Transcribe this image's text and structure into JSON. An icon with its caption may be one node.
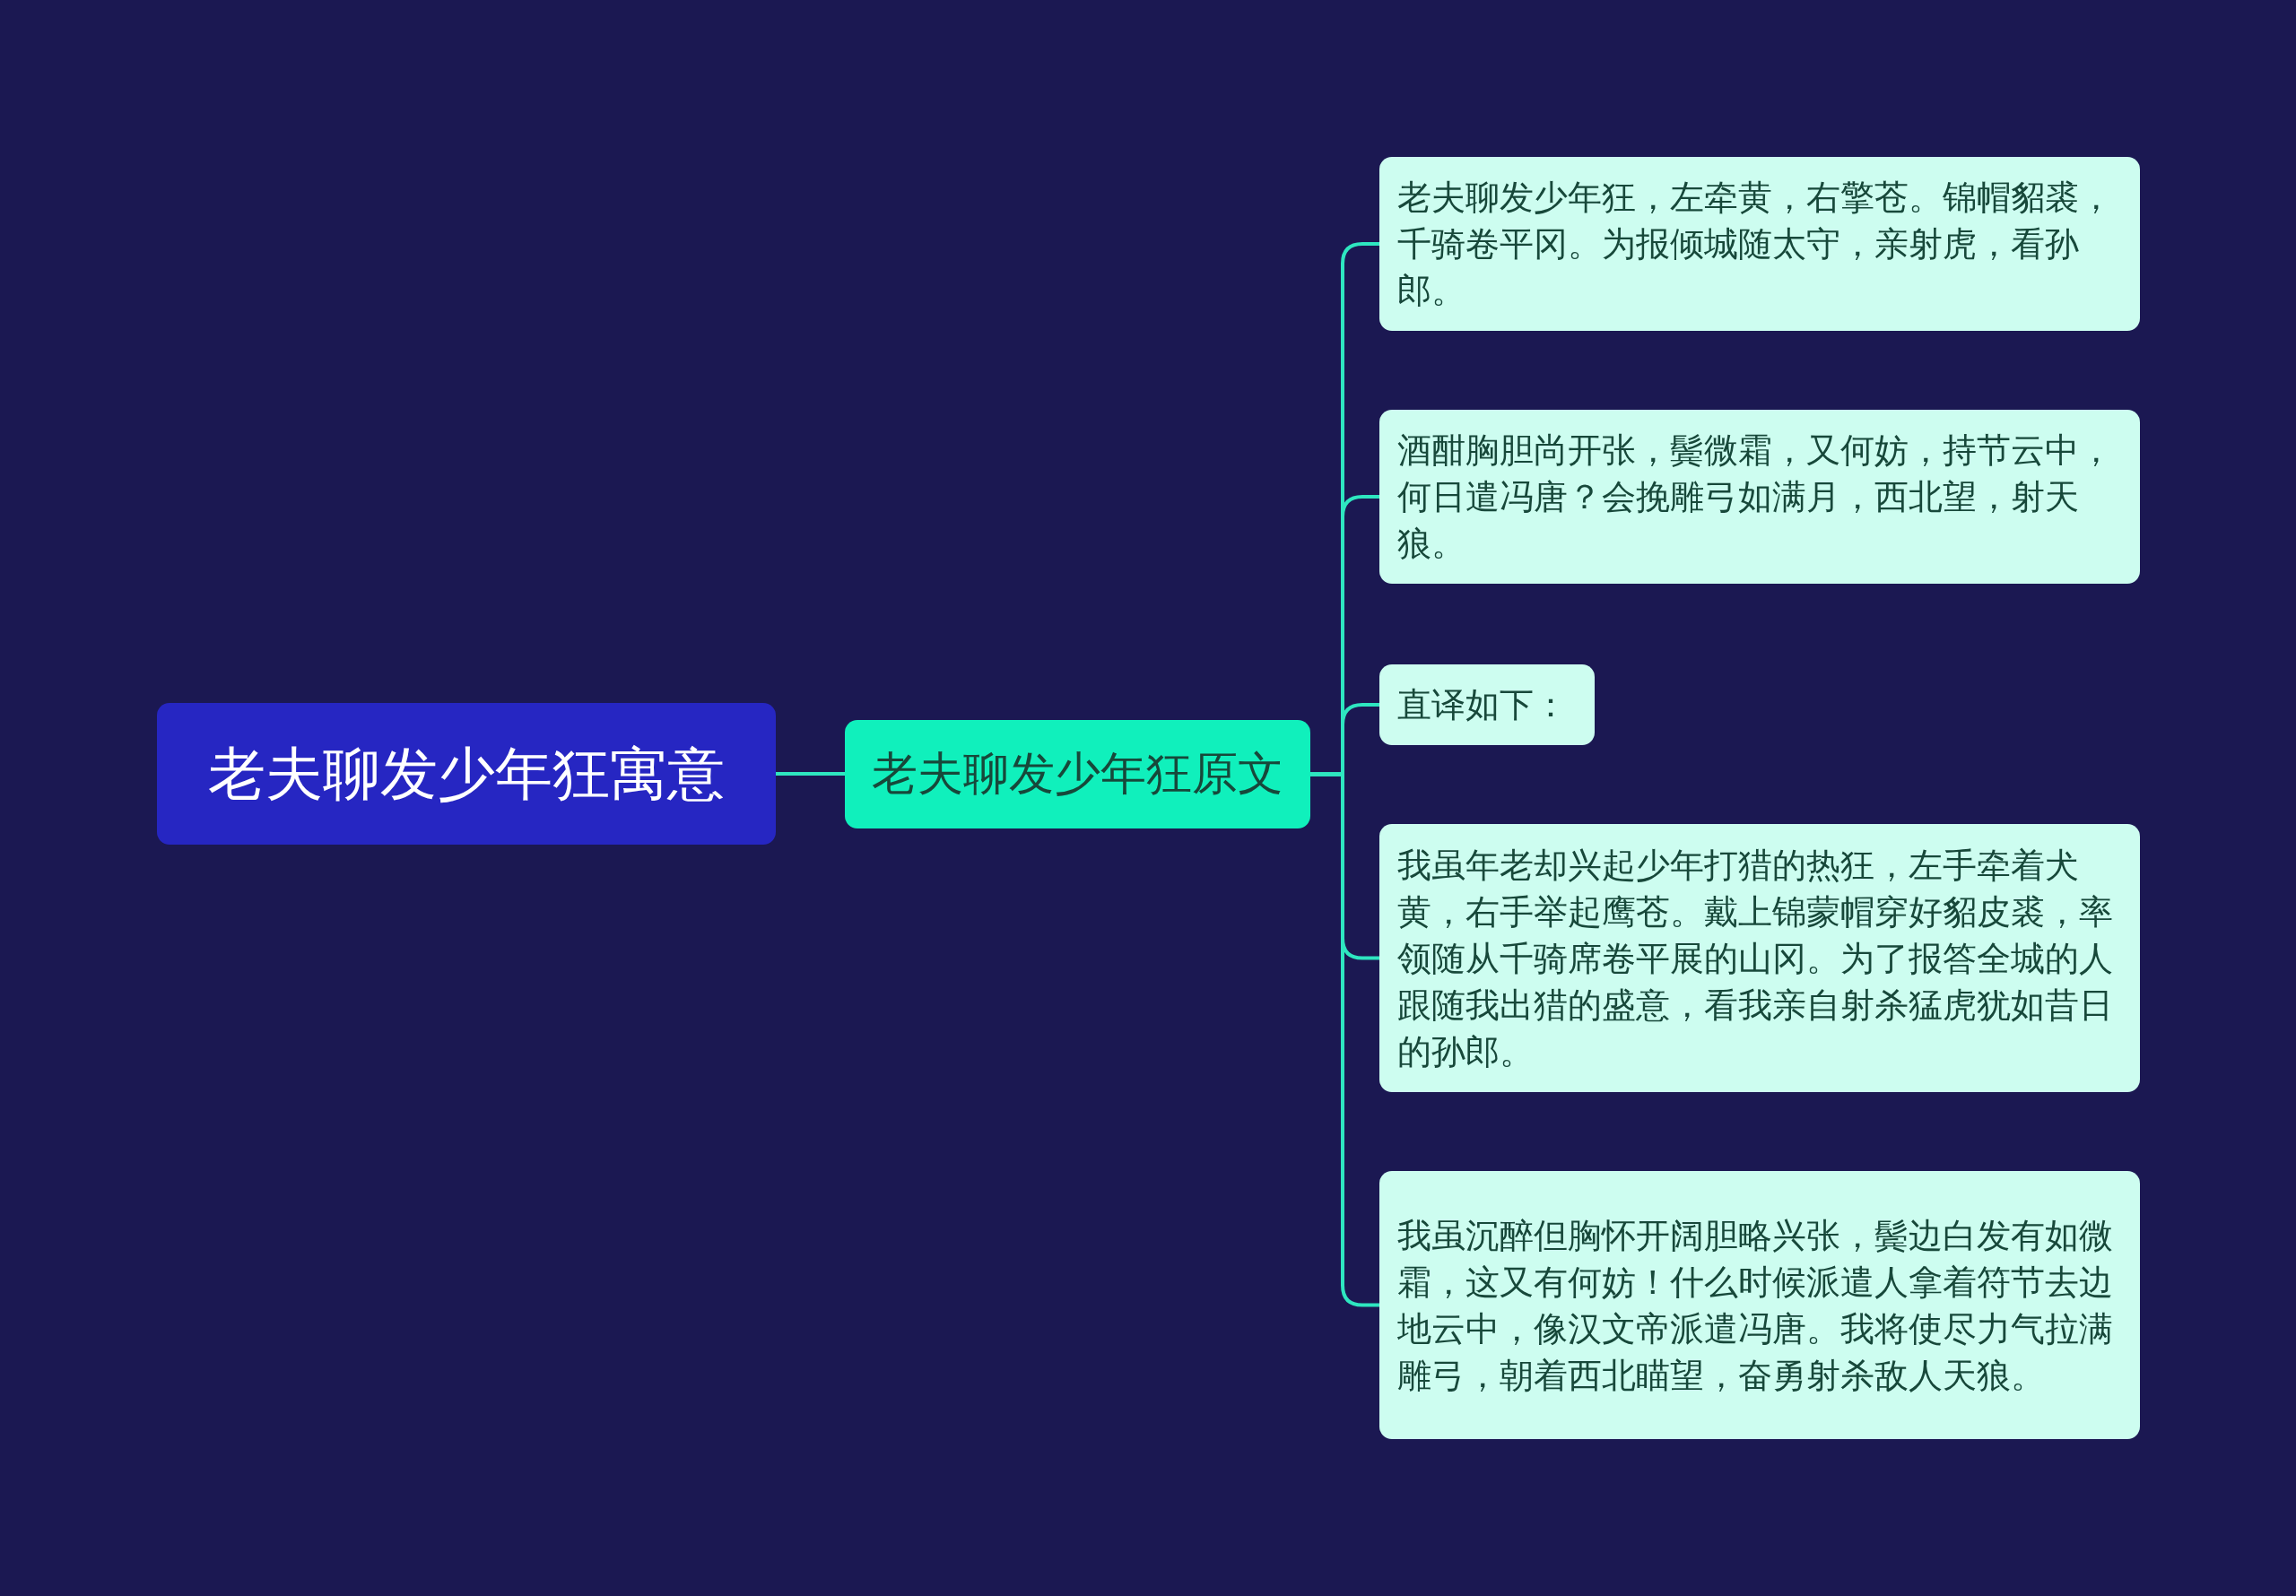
{
  "diagram": {
    "nodes": [
      {
        "text": [
          "老夫聊发少年狂寓意"
        ]
      },
      {
        "text": [
          "老夫聊发少年狂原文"
        ]
      },
      {
        "text": [
          "老夫聊发少年狂，左牵黄，右擎苍。锦帽貂裘，千骑卷平冈。为报倾城随太守，亲射虎，看孙郎。"
        ]
      },
      {
        "text": [
          "酒酣胸胆尚开张，鬓微霜，又何妨，持节云中，何日遣冯唐？会挽雕弓如满月，西北望，射天狼。"
        ]
      },
      {
        "text": [
          "直译如下："
        ]
      },
      {
        "text": [
          "我虽年老却兴起少年打猎的热狂，左手牵着犬黄，右手举起鹰苍。戴上锦蒙帽穿好貂皮裘，率领随从千骑席卷平展的山冈。为了报答全城的人跟随我出猎的盛意，看我亲自射杀猛虎犹如昔日的孙郎。"
        ]
      },
      {
        "text": [
          "我虽沉醉但胸怀开阔胆略兴张，鬓边白发有如微霜，这又有何妨！什么时候派遣人拿着符节去边地云中，像汉文帝派遣冯唐。我将使尽力气拉满雕弓，朝着西北瞄望，奋勇射杀敌人天狼。"
        ]
      }
    ],
    "edges": [
      {
        "from": 0,
        "to": 1,
        "arrow": "none"
      },
      {
        "from": 1,
        "to": 2,
        "arrow": "none"
      },
      {
        "from": 1,
        "to": 3,
        "arrow": "none"
      },
      {
        "from": 1,
        "to": 4,
        "arrow": "none"
      },
      {
        "from": 1,
        "to": 5,
        "arrow": "none"
      },
      {
        "from": 1,
        "to": 6,
        "arrow": "none"
      }
    ]
  }
}
